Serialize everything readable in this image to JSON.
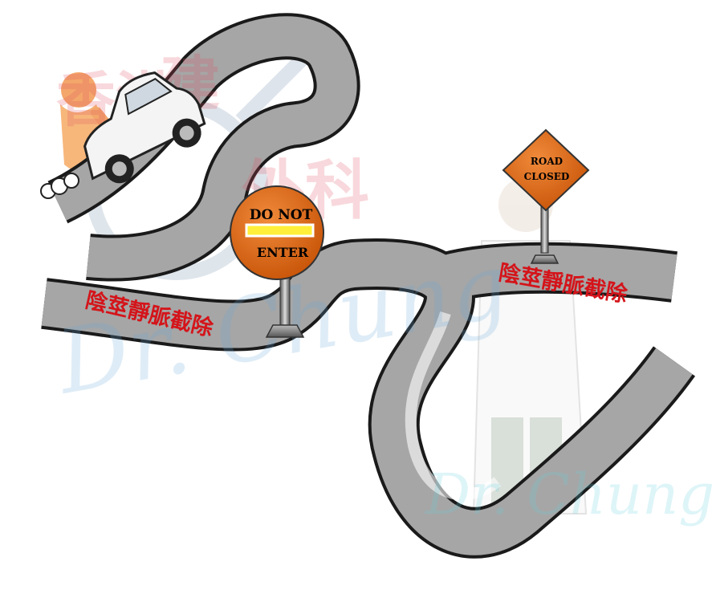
{
  "watermark": {
    "cjk_top": "香港",
    "cjk_top2": "建",
    "cjk_mid": "外科",
    "script": "Dr. Chung",
    "color": "#e05060"
  },
  "road_label_left": "陰莖靜脈截除",
  "road_label_right": "陰莖靜脈截除",
  "do_not_enter": {
    "line1": "DO  NOT",
    "line2": "ENTER",
    "face_color": "#e36a14",
    "bar_color": "#ffef3a"
  },
  "road_closed": {
    "line1": "ROAD",
    "line2": "CLOSED",
    "face_color": "#e36a14"
  },
  "colors": {
    "road": "#a6a6a6",
    "road_edge": "#1a1a1a",
    "label": "#d4141a"
  }
}
